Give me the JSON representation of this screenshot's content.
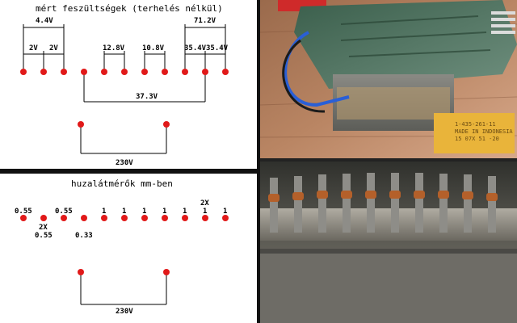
{
  "top": {
    "title": "mért feszültségek (terhelés nélkül)",
    "labels": {
      "v44": "4.4V",
      "v2a": "2V",
      "v2b": "2V",
      "v128": "12.8V",
      "v108": "10.8V",
      "v712": "71.2V",
      "v354a": "35.4V",
      "v354b": "35.4V",
      "v373": "37.3V",
      "v230": "230V"
    }
  },
  "bottom": {
    "title": "huzalátmérők mm-ben",
    "labels": {
      "w1": "0.55",
      "w2": "0.55",
      "w3x": "2X",
      "w3": "0.55",
      "w4": "0.33",
      "w5": "1",
      "w6": "1",
      "w7": "1",
      "w8": "1",
      "w9": "1",
      "w10x": "2X",
      "w10": "1",
      "w11": "1",
      "v230": "230V"
    }
  },
  "photos": {
    "label_lines": [
      "1-435-261-11",
      "MADE IN INDONESIA",
      "15 07X 51 -20"
    ]
  },
  "colors": {
    "dot": "#e11919",
    "divider": "#111111",
    "board": "#2f4f3f",
    "label_yellow": "#e9b43a"
  }
}
